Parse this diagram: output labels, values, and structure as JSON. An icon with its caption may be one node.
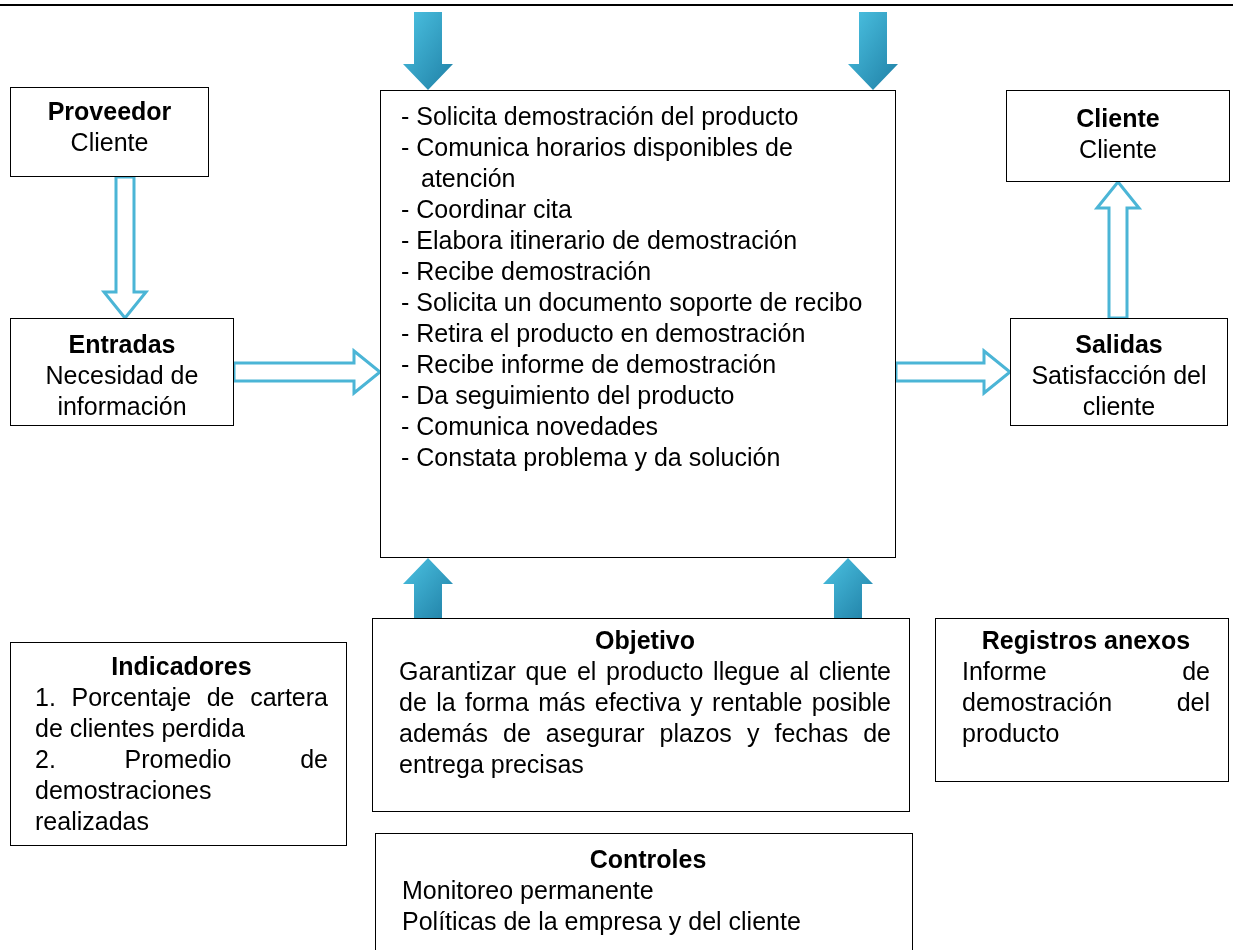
{
  "diagram": {
    "nodes": [
      {
        "text": [
          "Proveedor",
          "Cliente"
        ]
      },
      {
        "text": [
          "Entradas",
          "Necesidad de información"
        ]
      },
      {
        "text": [
          "- Solicita demostración del producto",
          "- Comunica horarios disponibles de atención",
          "- Coordinar cita",
          "- Elabora itinerario de demostración",
          "- Recibe demostración",
          "- Solicita un documento soporte de recibo",
          "- Retira el producto en demostración",
          "- Recibe informe de demostración",
          "- Da seguimiento del producto",
          "- Comunica novedades",
          "- Constata problema y da solución"
        ]
      },
      {
        "text": [
          "Cliente",
          "Cliente"
        ]
      },
      {
        "text": [
          "Salidas",
          "Satisfacción del cliente"
        ]
      },
      {
        "text": [
          "Indicadores",
          "1. Porcentaje de cartera de clientes perdida",
          "2. Promedio de demostraciones realizadas"
        ]
      },
      {
        "text": [
          "Objetivo",
          "Garantizar que el producto llegue al cliente de la forma más efectiva y rentable posible además de asegurar plazos y fechas de entrega precisas"
        ]
      },
      {
        "text": [
          "Registros anexos",
          "Informe de demostración del producto"
        ]
      },
      {
        "text": [
          "Controles",
          "Monitoreo permanente",
          "Políticas de la empresa y del cliente"
        ]
      }
    ],
    "edges": [
      {
        "from": 0,
        "to": 1,
        "arrow": "to"
      },
      {
        "from": 1,
        "to": 2,
        "arrow": "to"
      },
      {
        "from": 2,
        "to": 4,
        "arrow": "to"
      },
      {
        "from": 4,
        "to": 3,
        "arrow": "to"
      },
      {
        "from": null,
        "to": 2,
        "arrow": "to",
        "style": "thick"
      },
      {
        "from": null,
        "to": 2,
        "arrow": "to",
        "style": "thick"
      },
      {
        "from": 6,
        "to": 2,
        "arrow": "to",
        "style": "thick"
      },
      {
        "from": 6,
        "to": 2,
        "arrow": "to",
        "style": "thick"
      }
    ]
  }
}
